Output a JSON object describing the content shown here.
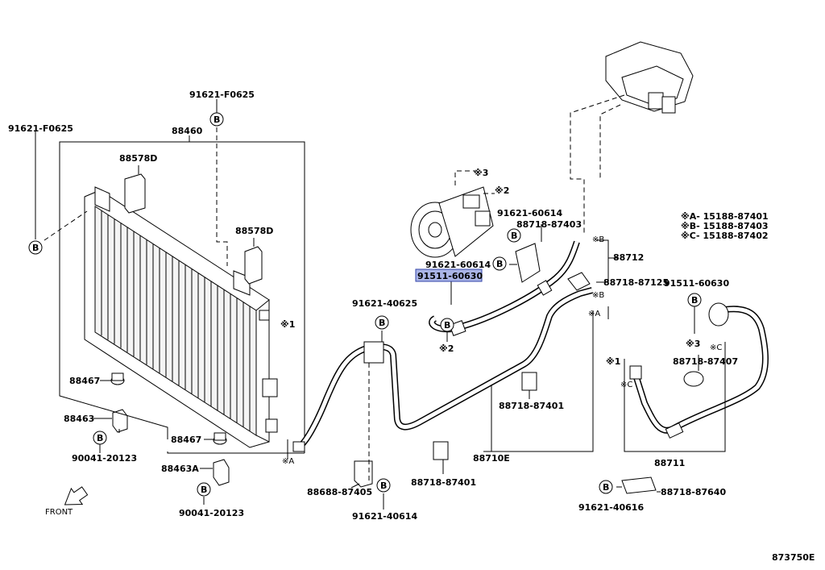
{
  "diagram_id": "873750E",
  "front_label": "FRONT",
  "labels": {
    "bolt_condenser_top": "91621-F0625",
    "bolt_condenser_left": "91621-F0625",
    "condenser": "88460",
    "cushion_upper_1": "88578D",
    "cushion_upper_2": "88578D",
    "mark_1_condenser": "※1",
    "cushion_lower_1": "88467",
    "cushion_lower_2": "88467",
    "bracket_1": "88463",
    "bracket_2": "88463A",
    "bolt_bracket_1": "90041-20123",
    "bolt_bracket_2": "90041-20123",
    "mark_3_compressor": "※3",
    "mark_2_compressor": "※2",
    "bolt_compressor": "91621-60614",
    "clamp_compressor": "88718-87403",
    "bolt_compressor_2": "91621-60614",
    "highlighted_part": "91511-60630",
    "pipe_suction": "88712",
    "clamp_88718_87125": "88718-87125",
    "bolt_91511_right": "91511-60630",
    "bolt_91621_40625": "91621-40625",
    "mark_2_lower": "※2",
    "clamp_87401_a": "88718-87401",
    "clamp_87401_b": "88718-87401",
    "pipe_discharge": "88710E",
    "bracket_88688": "88688-87405",
    "bolt_91621_40614": "91621-40614",
    "mark_1_right": "※1",
    "mark_3_right": "※3",
    "clamp_87407": "88718-87407",
    "pipe_liquid": "88711",
    "bolt_91621_40616": "91621-40616",
    "clamp_87640": "88718-87640",
    "mark_a_left": "※A",
    "mark_a_right": "※A",
    "mark_b_1": "※B",
    "mark_b_2": "※B",
    "mark_c_1": "※C",
    "mark_c_2": "※C",
    "circle_b": "B"
  },
  "legend": [
    "※A- 15188-87401",
    "※B- 15188-87403",
    "※C- 15188-87402"
  ]
}
